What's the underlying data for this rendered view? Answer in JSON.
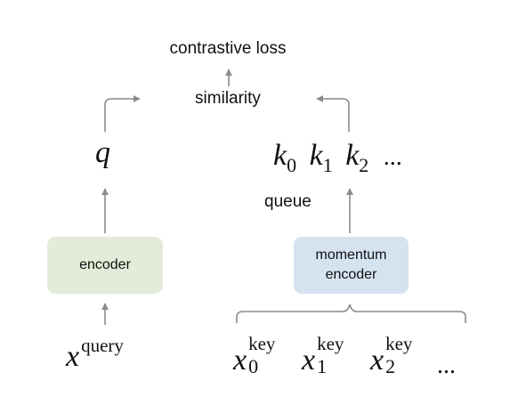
{
  "diagram": {
    "loss_label": "contrastive loss",
    "similarity_label": "similarity",
    "queue_label": "queue",
    "query_branch": {
      "output_symbol": "q",
      "encoder_label": "encoder",
      "input_symbol": "x",
      "input_superscript": "query"
    },
    "key_branch": {
      "encoder_line1": "momentum",
      "encoder_line2": "encoder",
      "keys": [
        {
          "symbol": "k",
          "subscript": "0"
        },
        {
          "symbol": "k",
          "subscript": "1"
        },
        {
          "symbol": "k",
          "subscript": "2"
        }
      ],
      "keys_ellipsis": "...",
      "inputs": [
        {
          "symbol": "x",
          "superscript": "key",
          "subscript": "0"
        },
        {
          "symbol": "x",
          "superscript": "key",
          "subscript": "1"
        },
        {
          "symbol": "x",
          "superscript": "key",
          "subscript": "2"
        }
      ],
      "inputs_ellipsis": "..."
    },
    "colors": {
      "arrow": "#8a8a8a",
      "encoder_fill": "#e3ecd8",
      "momentum_encoder_fill": "#d5e3f1"
    }
  }
}
